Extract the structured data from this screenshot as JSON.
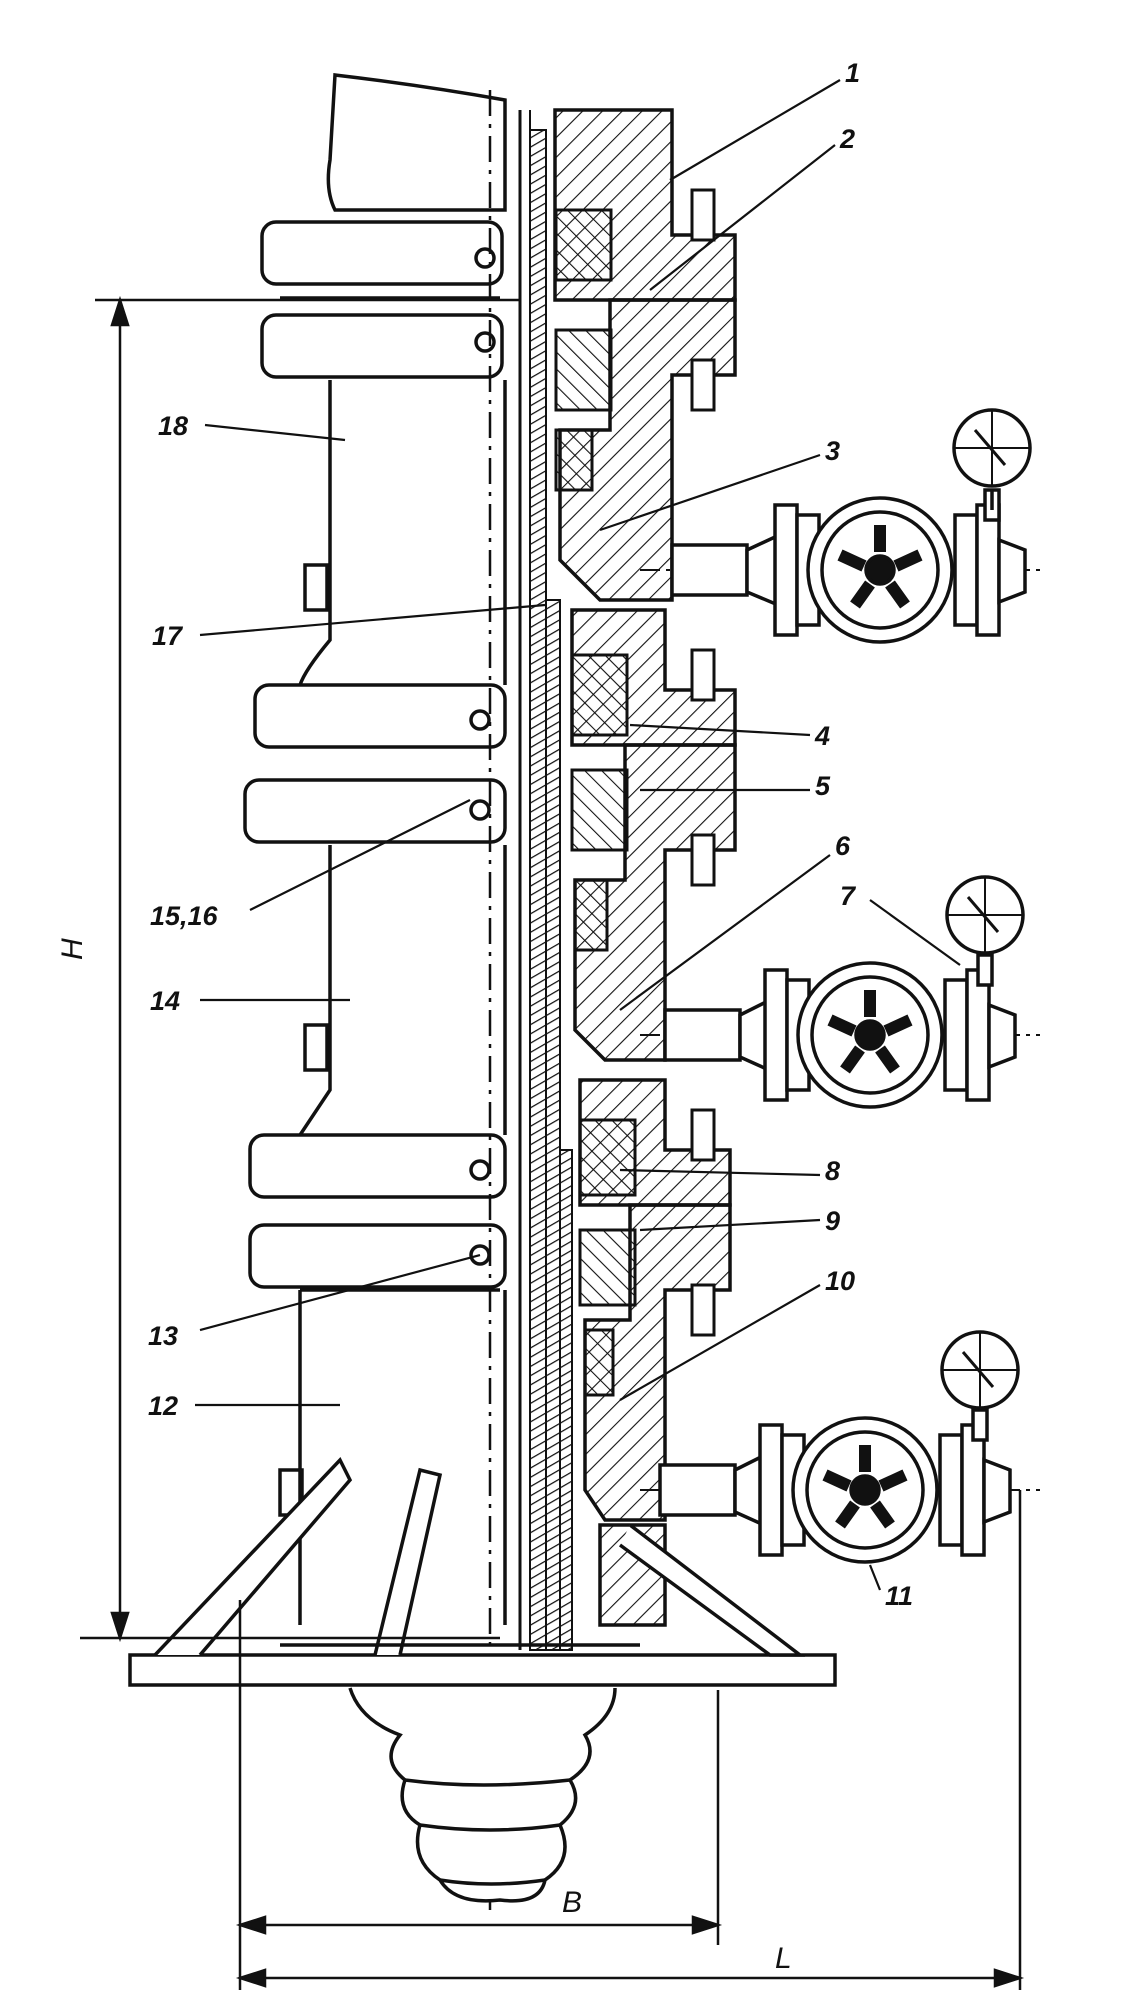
{
  "callouts": {
    "c1": "1",
    "c2": "2",
    "c3": "3",
    "c4": "4",
    "c5": "5",
    "c6": "6",
    "c7": "7",
    "c8": "8",
    "c9": "9",
    "c10": "10",
    "c11": "11",
    "c12": "12",
    "c13": "13",
    "c14": "14",
    "c15_16": "15,16",
    "c17": "17",
    "c18": "18"
  },
  "dimensions": {
    "height": "H",
    "base_width": "B",
    "length": "L"
  },
  "colors": {
    "ink": "#111111",
    "paper": "#ffffff"
  }
}
